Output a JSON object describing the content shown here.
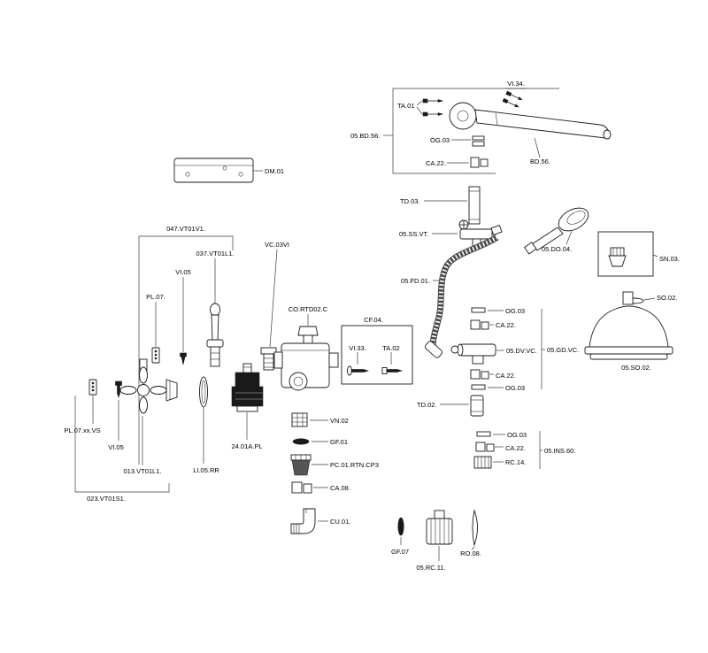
{
  "meta": {
    "background_color": "#ffffff",
    "line_color": "#1a1a1a",
    "description": "Exploded parts diagram of a shower / faucet assembly with part code labels"
  },
  "labels": {
    "dm01": "DM.01",
    "vt01v1": "047.VT01V1.",
    "vt01l1_top": "037.VT01L1.",
    "vi05_top": "VI.05",
    "pl07": "PL.07.",
    "vc03vi": "VC.03VI",
    "co_rtd02c": "CO.RTD02.C",
    "cf04": "CF.04.",
    "vi33": "VI.33.",
    "ta02": "TA.02",
    "ta01": "TA.01",
    "bd56_group": "05.BD.56.",
    "vi34": "VI.34.",
    "og03_arm": "OG.03",
    "ca22_arm": "CA.22.",
    "bd56": "BD.56.",
    "td03": "TD.03.",
    "ss_vt": "05.SS.VT.",
    "do04": "05.DO.04.",
    "fd01": "05.FD.01.",
    "sn03": "SN.03.",
    "so02": "SO.02.",
    "so02_head": "05.SO.02.",
    "og03_gd_top": "OG.03",
    "ca22_gd_top": "CA.22.",
    "dv_vc": "05.DV.VC.",
    "gd_vc": "05.GD.VC.",
    "ca22_gd_bot": "CA.22.",
    "og03_gd_bot": "OG.03",
    "td02": "TD.02.",
    "og03_ins": "OG.03",
    "ca22_ins": "CA.22.",
    "ins60": "05.INS.60.",
    "rc14": "RC.14.",
    "pl07xxvs": "PL.07.xx.VS",
    "vi05_left": "VI.05",
    "vt01l1_bottom": "013.VT01L1.",
    "vt01s1": "023.VT01S1.",
    "li05rr": "LI.05.RR",
    "cart": "24.01A.PL",
    "vn02": "VN.02",
    "gf01": "GF.01",
    "pc01": "PC.01.RTN.CP3",
    "ca08": "CA.08.",
    "cu01": "CU.01.",
    "gf07": "GF.07",
    "rc11": "05.RC.11.",
    "ro08": "RO.08."
  }
}
